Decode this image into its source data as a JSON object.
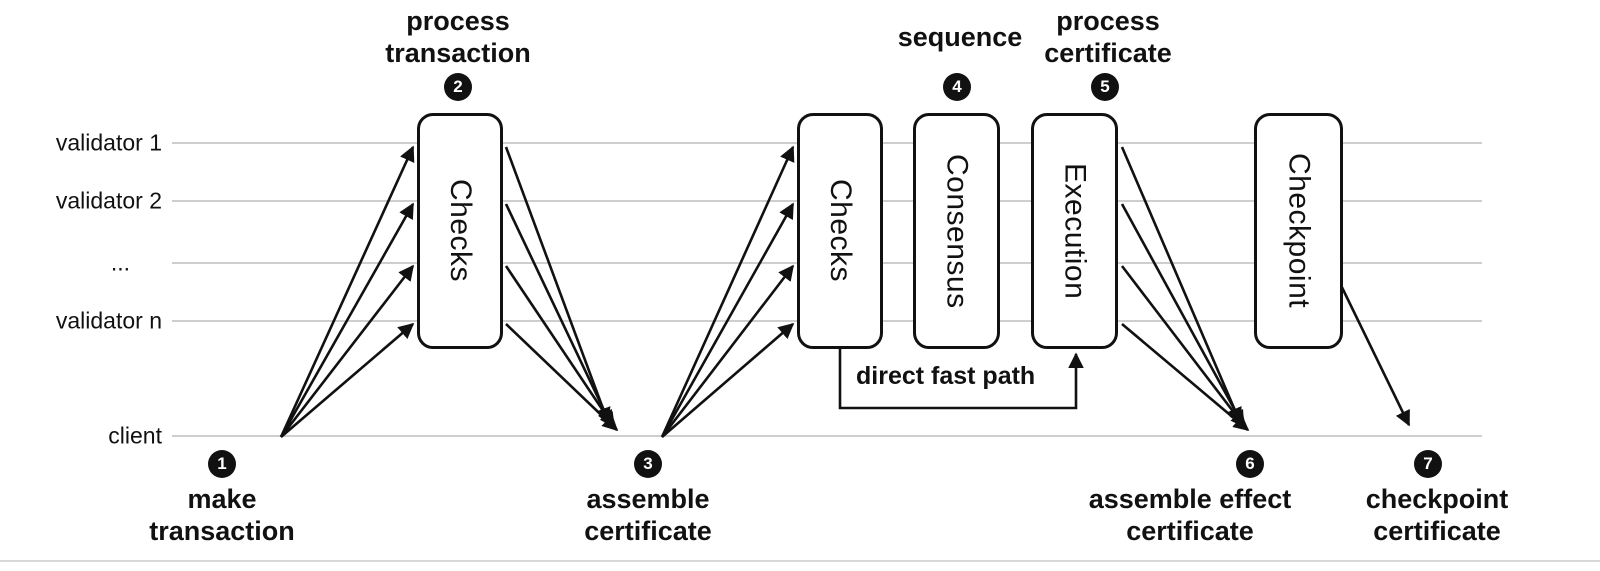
{
  "lanes": [
    {
      "label": "validator 1"
    },
    {
      "label": "validator 2"
    },
    {
      "label": "..."
    },
    {
      "label": "validator n"
    },
    {
      "label": "client"
    }
  ],
  "boxes": [
    {
      "label": "Checks"
    },
    {
      "label": "Checks"
    },
    {
      "label": "Consensus"
    },
    {
      "label": "Execution"
    },
    {
      "label": "Checkpoint"
    }
  ],
  "steps": [
    {
      "num": "1",
      "label": "make\ntransaction"
    },
    {
      "num": "2",
      "label": "process\ntransaction"
    },
    {
      "num": "3",
      "label": "assemble\ncertificate"
    },
    {
      "num": "4",
      "label": "sequence"
    },
    {
      "num": "5",
      "label": "process\ncertificate"
    },
    {
      "num": "6",
      "label": "assemble effect\ncertificate"
    },
    {
      "num": "7",
      "label": "checkpoint\ncertificate"
    }
  ],
  "annotations": {
    "fast_path": "direct fast path"
  },
  "colors": {
    "lane_line": "#bdbdbd",
    "ink": "#111111",
    "badge_bg": "#111111",
    "badge_text": "#ffffff",
    "background": "#ffffff"
  }
}
